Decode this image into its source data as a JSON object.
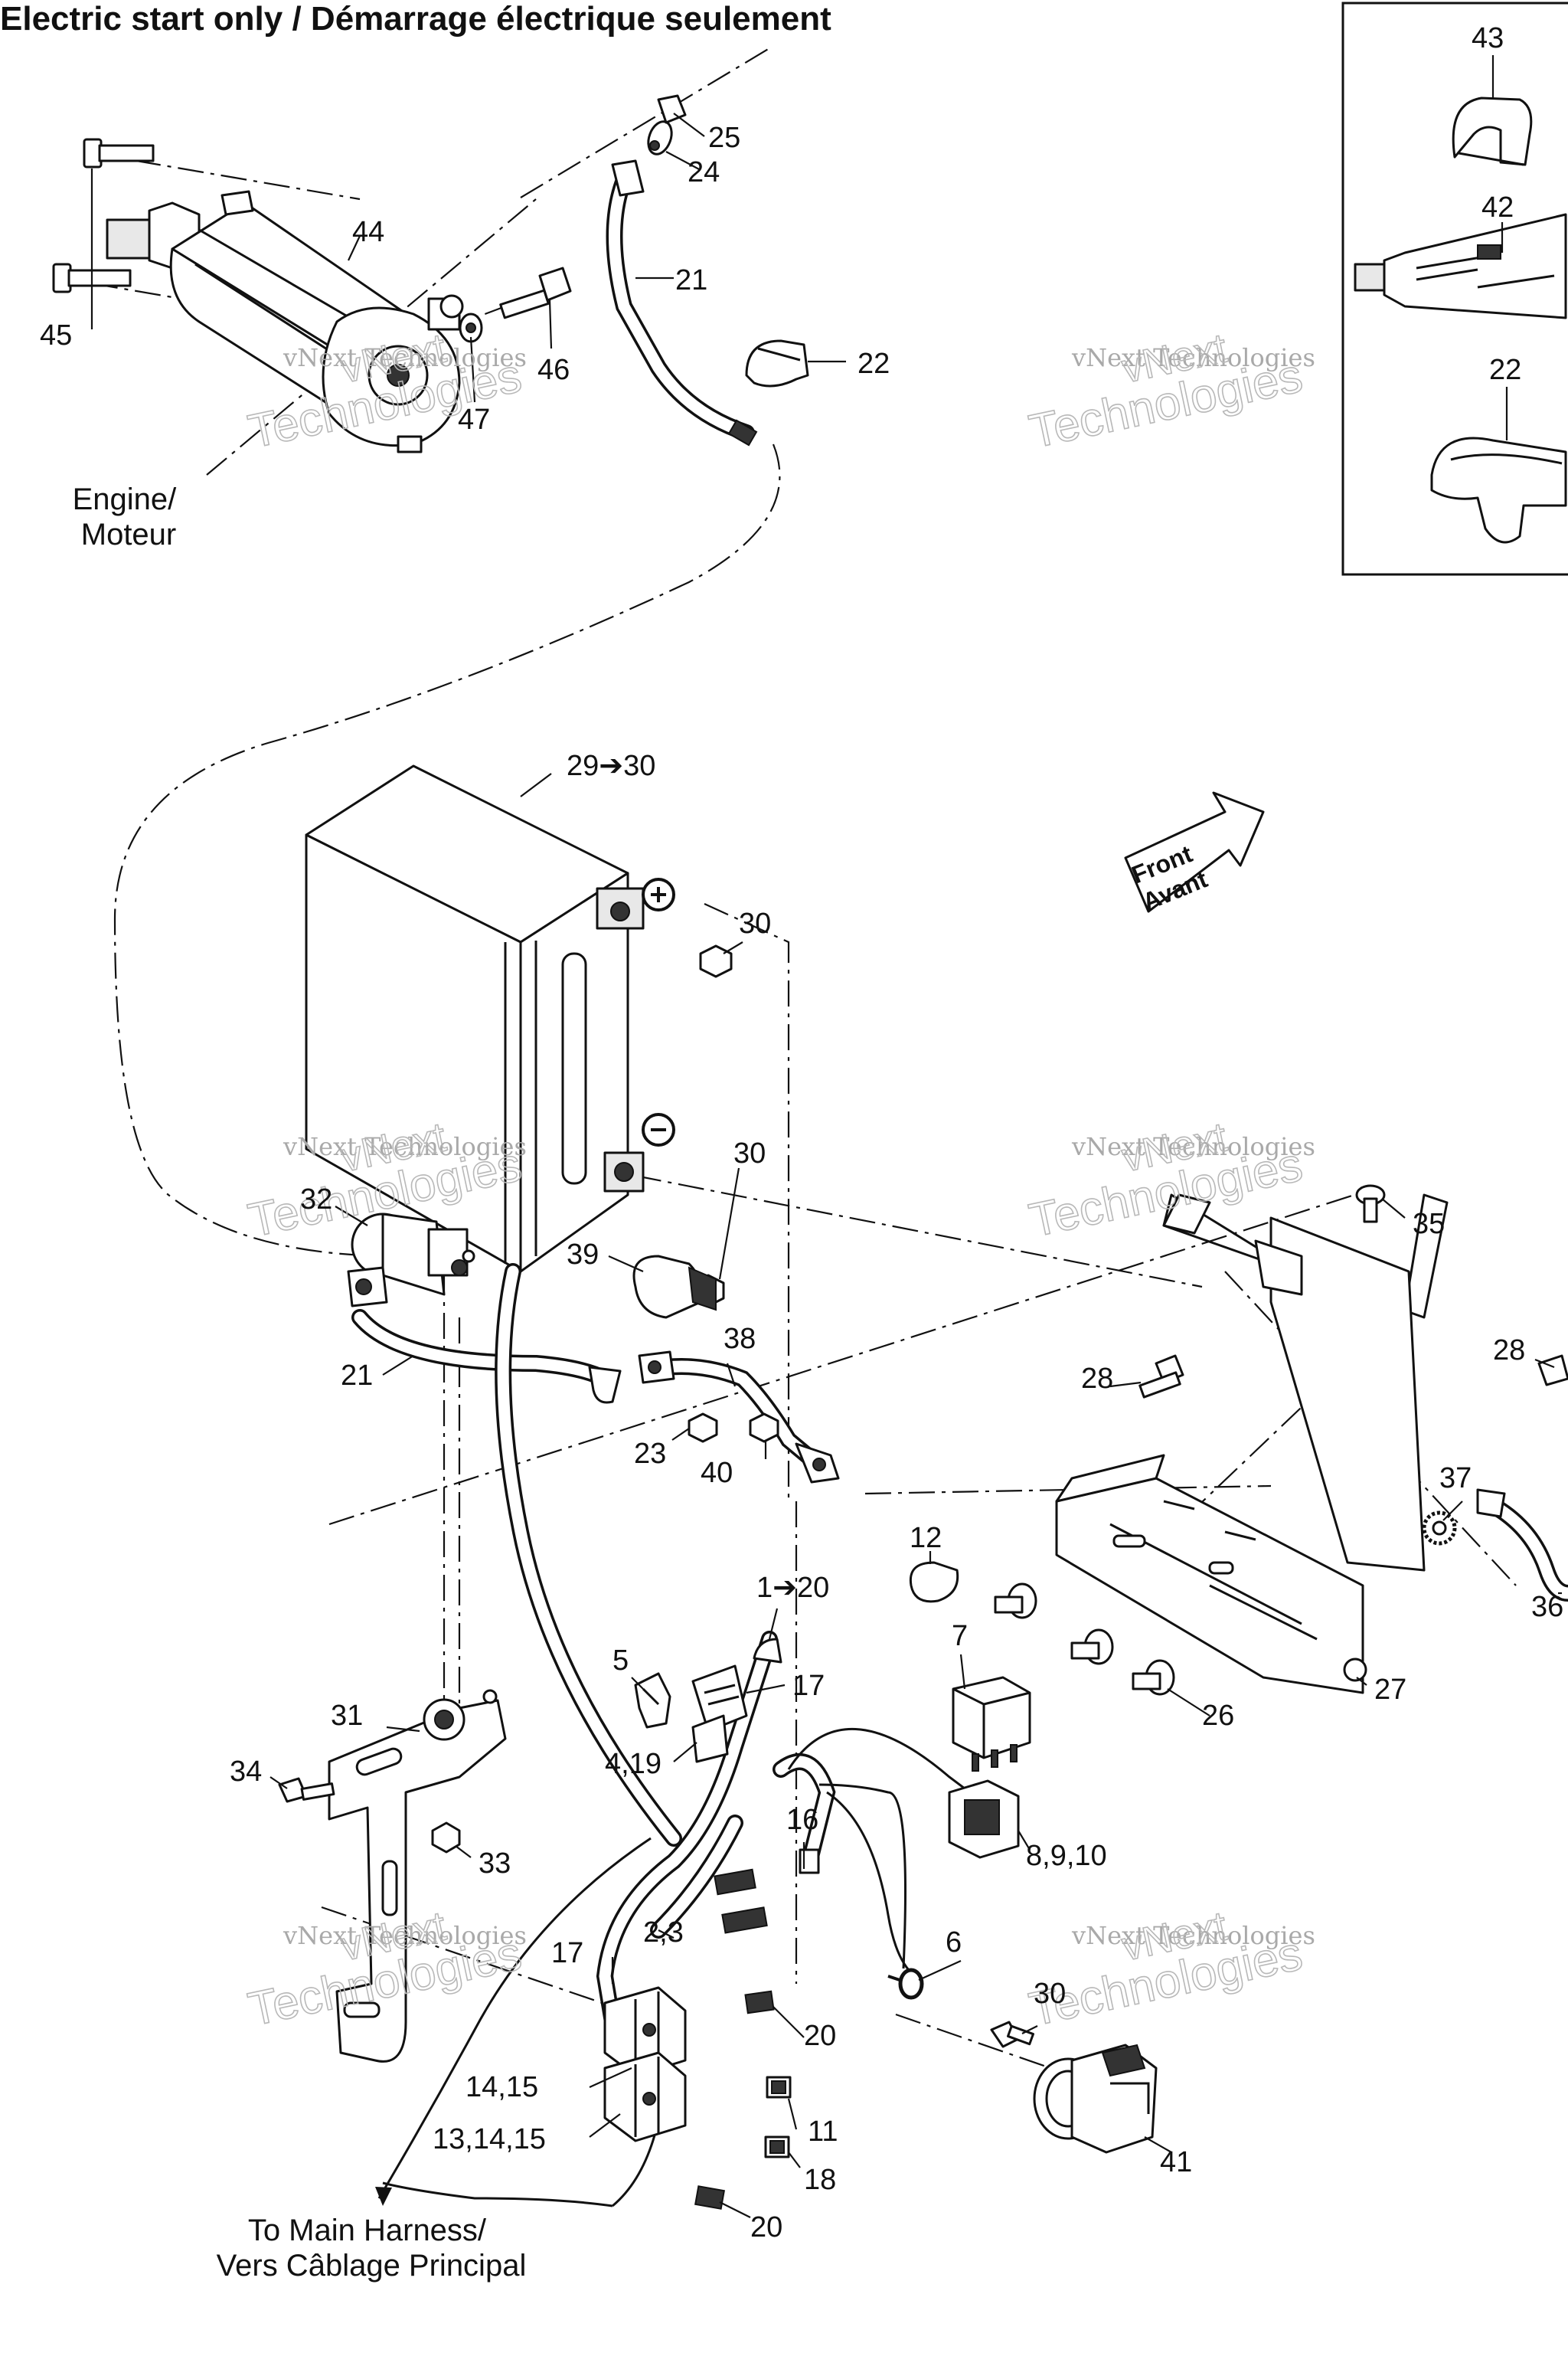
{
  "title": "Electric start only / Démarrage électrique seulement",
  "notes": {
    "engine": [
      "Engine/",
      "Moteur"
    ],
    "main_harness": [
      "To Main Harness/",
      "Vers Câblage Principal"
    ],
    "front": [
      "Front",
      "Avant"
    ]
  },
  "watermark": {
    "line1": "vNext Technologies",
    "line2": "Technologies",
    "logo": "vNext"
  },
  "callouts": {
    "c43": "43",
    "c42": "42",
    "c22_inset": "22",
    "c25": "25",
    "c24": "24",
    "c44": "44",
    "c21_top": "21",
    "c22": "22",
    "c45": "45",
    "c46": "46",
    "c47": "47",
    "c29_30": "29➔30",
    "c30_a": "30",
    "c30_b": "30",
    "c32": "32",
    "c39": "39",
    "c38": "38",
    "c21_mid": "21",
    "c23": "23",
    "c40": "40",
    "c35": "35",
    "c28_a": "28",
    "c28_b": "28",
    "c37": "37",
    "c36": "36",
    "c12": "12",
    "c1_20": "1➔20",
    "c7": "7",
    "c5": "5",
    "c17_a": "17",
    "c27": "27",
    "c26": "26",
    "c31": "31",
    "c4_19": "4,19",
    "c34": "34",
    "c16": "16",
    "c8_9_10": "8,9,10",
    "c33": "33",
    "c2_3": "2,3",
    "c17_b": "17",
    "c6": "6",
    "c30_c": "30",
    "c20_a": "20",
    "c14_15": "14,15",
    "c11": "11",
    "c13_14_15": "13,14,15",
    "c18": "18",
    "c41": "41",
    "c20_b": "20"
  },
  "icons": [
    "starter-motor",
    "battery",
    "solenoid",
    "battery-tray",
    "relay",
    "fuse-box",
    "power-outlet",
    "cable-clip",
    "grease-tube"
  ]
}
